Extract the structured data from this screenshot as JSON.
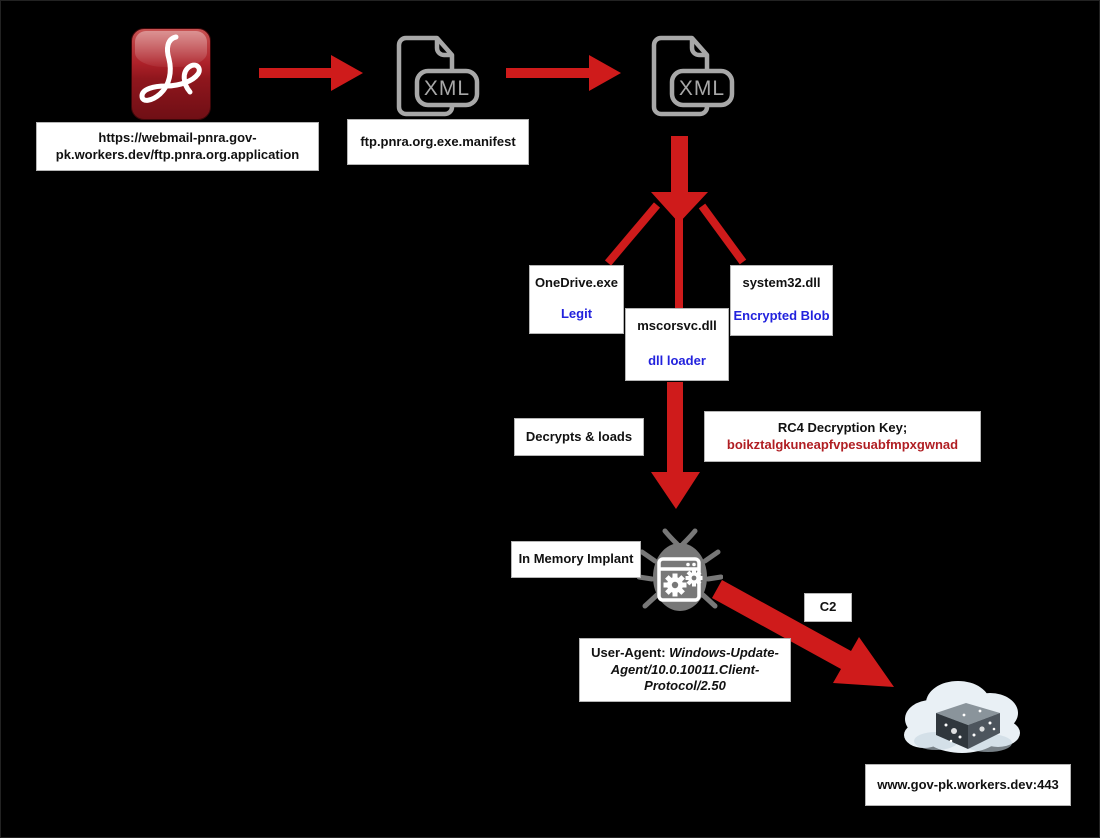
{
  "title": "Infection chain diagram",
  "icons": {
    "pdf_icon": "adobe-acrobat-pdf",
    "xml_label": "XML",
    "bug_icon": "malware-bug",
    "cloud_icon": "cloud-server"
  },
  "colors": {
    "background": "#000000",
    "arrow_red": "#cf1b1b",
    "box_bg": "#ffffff",
    "text_black": "#111111",
    "text_blue": "#2222dd",
    "text_dark_red": "#b01e23",
    "icon_gray": "#a8a8a8",
    "bug_gray": "#787878"
  },
  "nodes": {
    "stage_url": {
      "line1": "https://webmail-pnra.gov-",
      "line2": "pk.workers.dev/ftp.pnra.org.application"
    },
    "manifest": {
      "label": "ftp.pnra.org.exe.manifest"
    },
    "onedrive": {
      "title": "OneDrive.exe",
      "subtitle": "Legit"
    },
    "mscorsvc": {
      "title": "mscorsvc.dll",
      "subtitle": "dll loader"
    },
    "system32": {
      "title": "system32.dll",
      "subtitle": "Encrypted Blob"
    },
    "decrypts": {
      "label": "Decrypts & loads"
    },
    "rc4": {
      "title": "RC4 Decryption Key;",
      "key": "boikztalgkuneapfvpesuabfmpxgwnad"
    },
    "implant": {
      "label": "In Memory Implant"
    },
    "c2": {
      "label": "C2"
    },
    "user_agent": {
      "prefix": "User-Agent: ",
      "value": "Windows-Update-Agent/10.0.10011.Client-Protocol/2.50"
    },
    "server": {
      "label": "www.gov-pk.workers.dev:443"
    }
  }
}
